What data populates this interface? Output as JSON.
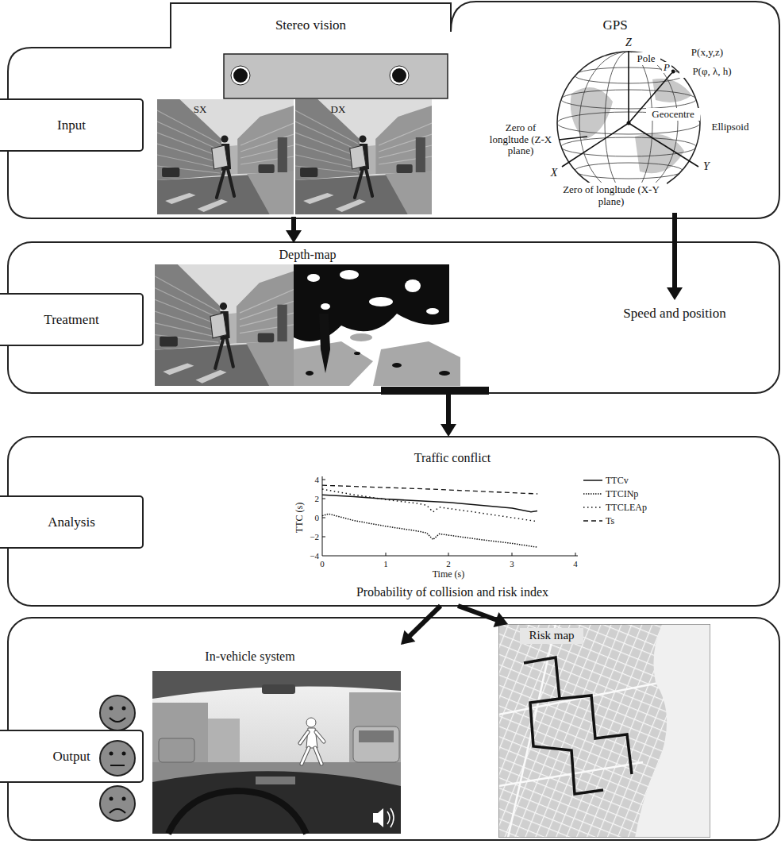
{
  "diagram": {
    "nodes": [
      {
        "text": [
          "Input"
        ]
      },
      {
        "text": [
          "Stereo vision"
        ],
        "in": 0
      },
      {
        "text": [
          "GPS"
        ],
        "in": 0
      },
      {
        "text": [
          "Treatment"
        ]
      },
      {
        "text": [
          "Depth-map"
        ],
        "in": 3
      },
      {
        "text": [
          "Speed and position"
        ],
        "in": 3
      },
      {
        "text": [
          "Analysis"
        ]
      },
      {
        "text": [
          "Traffic conflict",
          "Probability of collision and risk index"
        ],
        "in": 6
      },
      {
        "text": [
          "Output"
        ]
      },
      {
        "text": [
          "In-vehicle system"
        ],
        "in": 8
      },
      {
        "text": [
          "Risk map"
        ],
        "in": 8
      }
    ],
    "edges": [
      {
        "from": 1,
        "to": 4,
        "arrow": "to"
      },
      {
        "from": 2,
        "to": 5,
        "arrow": "to"
      },
      {
        "from": 3,
        "to": 6,
        "arrow": "to"
      },
      {
        "from": 6,
        "to": 9,
        "arrow": "to"
      },
      {
        "from": 6,
        "to": 10,
        "arrow": "to"
      }
    ],
    "labels": [
      "SX",
      "DX",
      "Z",
      "Pole",
      "P(x,y,z)",
      "P",
      "P(φ, λ, h)",
      "Geocentre",
      "Ellipsoid",
      "Zero of longltude (Z-X plane)",
      "X",
      "Y",
      "Zero of longltude (X-Y plane)",
      "4",
      "2",
      "0",
      "−2",
      "−4",
      "0",
      "1",
      "2",
      "3",
      "4",
      "TTC (s)",
      "Time (s)"
    ],
    "legend": [
      {
        "text": "TTCv"
      },
      {
        "text": "TTCINp"
      },
      {
        "text": "TTCLEAp"
      },
      {
        "text": "Ts"
      }
    ]
  }
}
